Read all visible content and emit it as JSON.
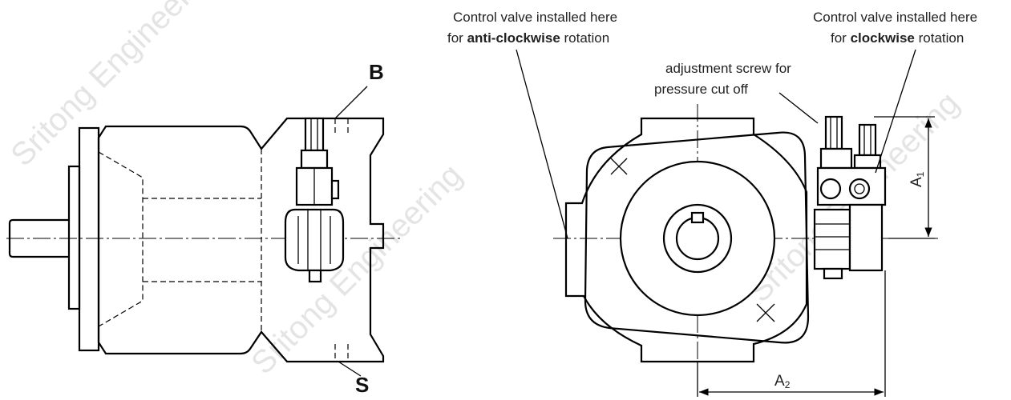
{
  "watermark": "Sritong Engineering",
  "ports": {
    "b": "B",
    "s": "S"
  },
  "annotations": {
    "anticlockwise": {
      "line1": "Control valve installed here",
      "line2_pre": "for ",
      "line2_bold": "anti-clockwise",
      "line2_post": " rotation"
    },
    "clockwise": {
      "line1": "Control valve installed here",
      "line2_pre": "for ",
      "line2_bold": "clockwise",
      "line2_post": " rotation"
    },
    "adjustment": {
      "line1": "adjustment screw for",
      "line2": "pressure cut off"
    }
  },
  "dimensions": {
    "a1": {
      "main": "A",
      "sub": "1"
    },
    "a2": {
      "main": "A",
      "sub": "2"
    }
  }
}
